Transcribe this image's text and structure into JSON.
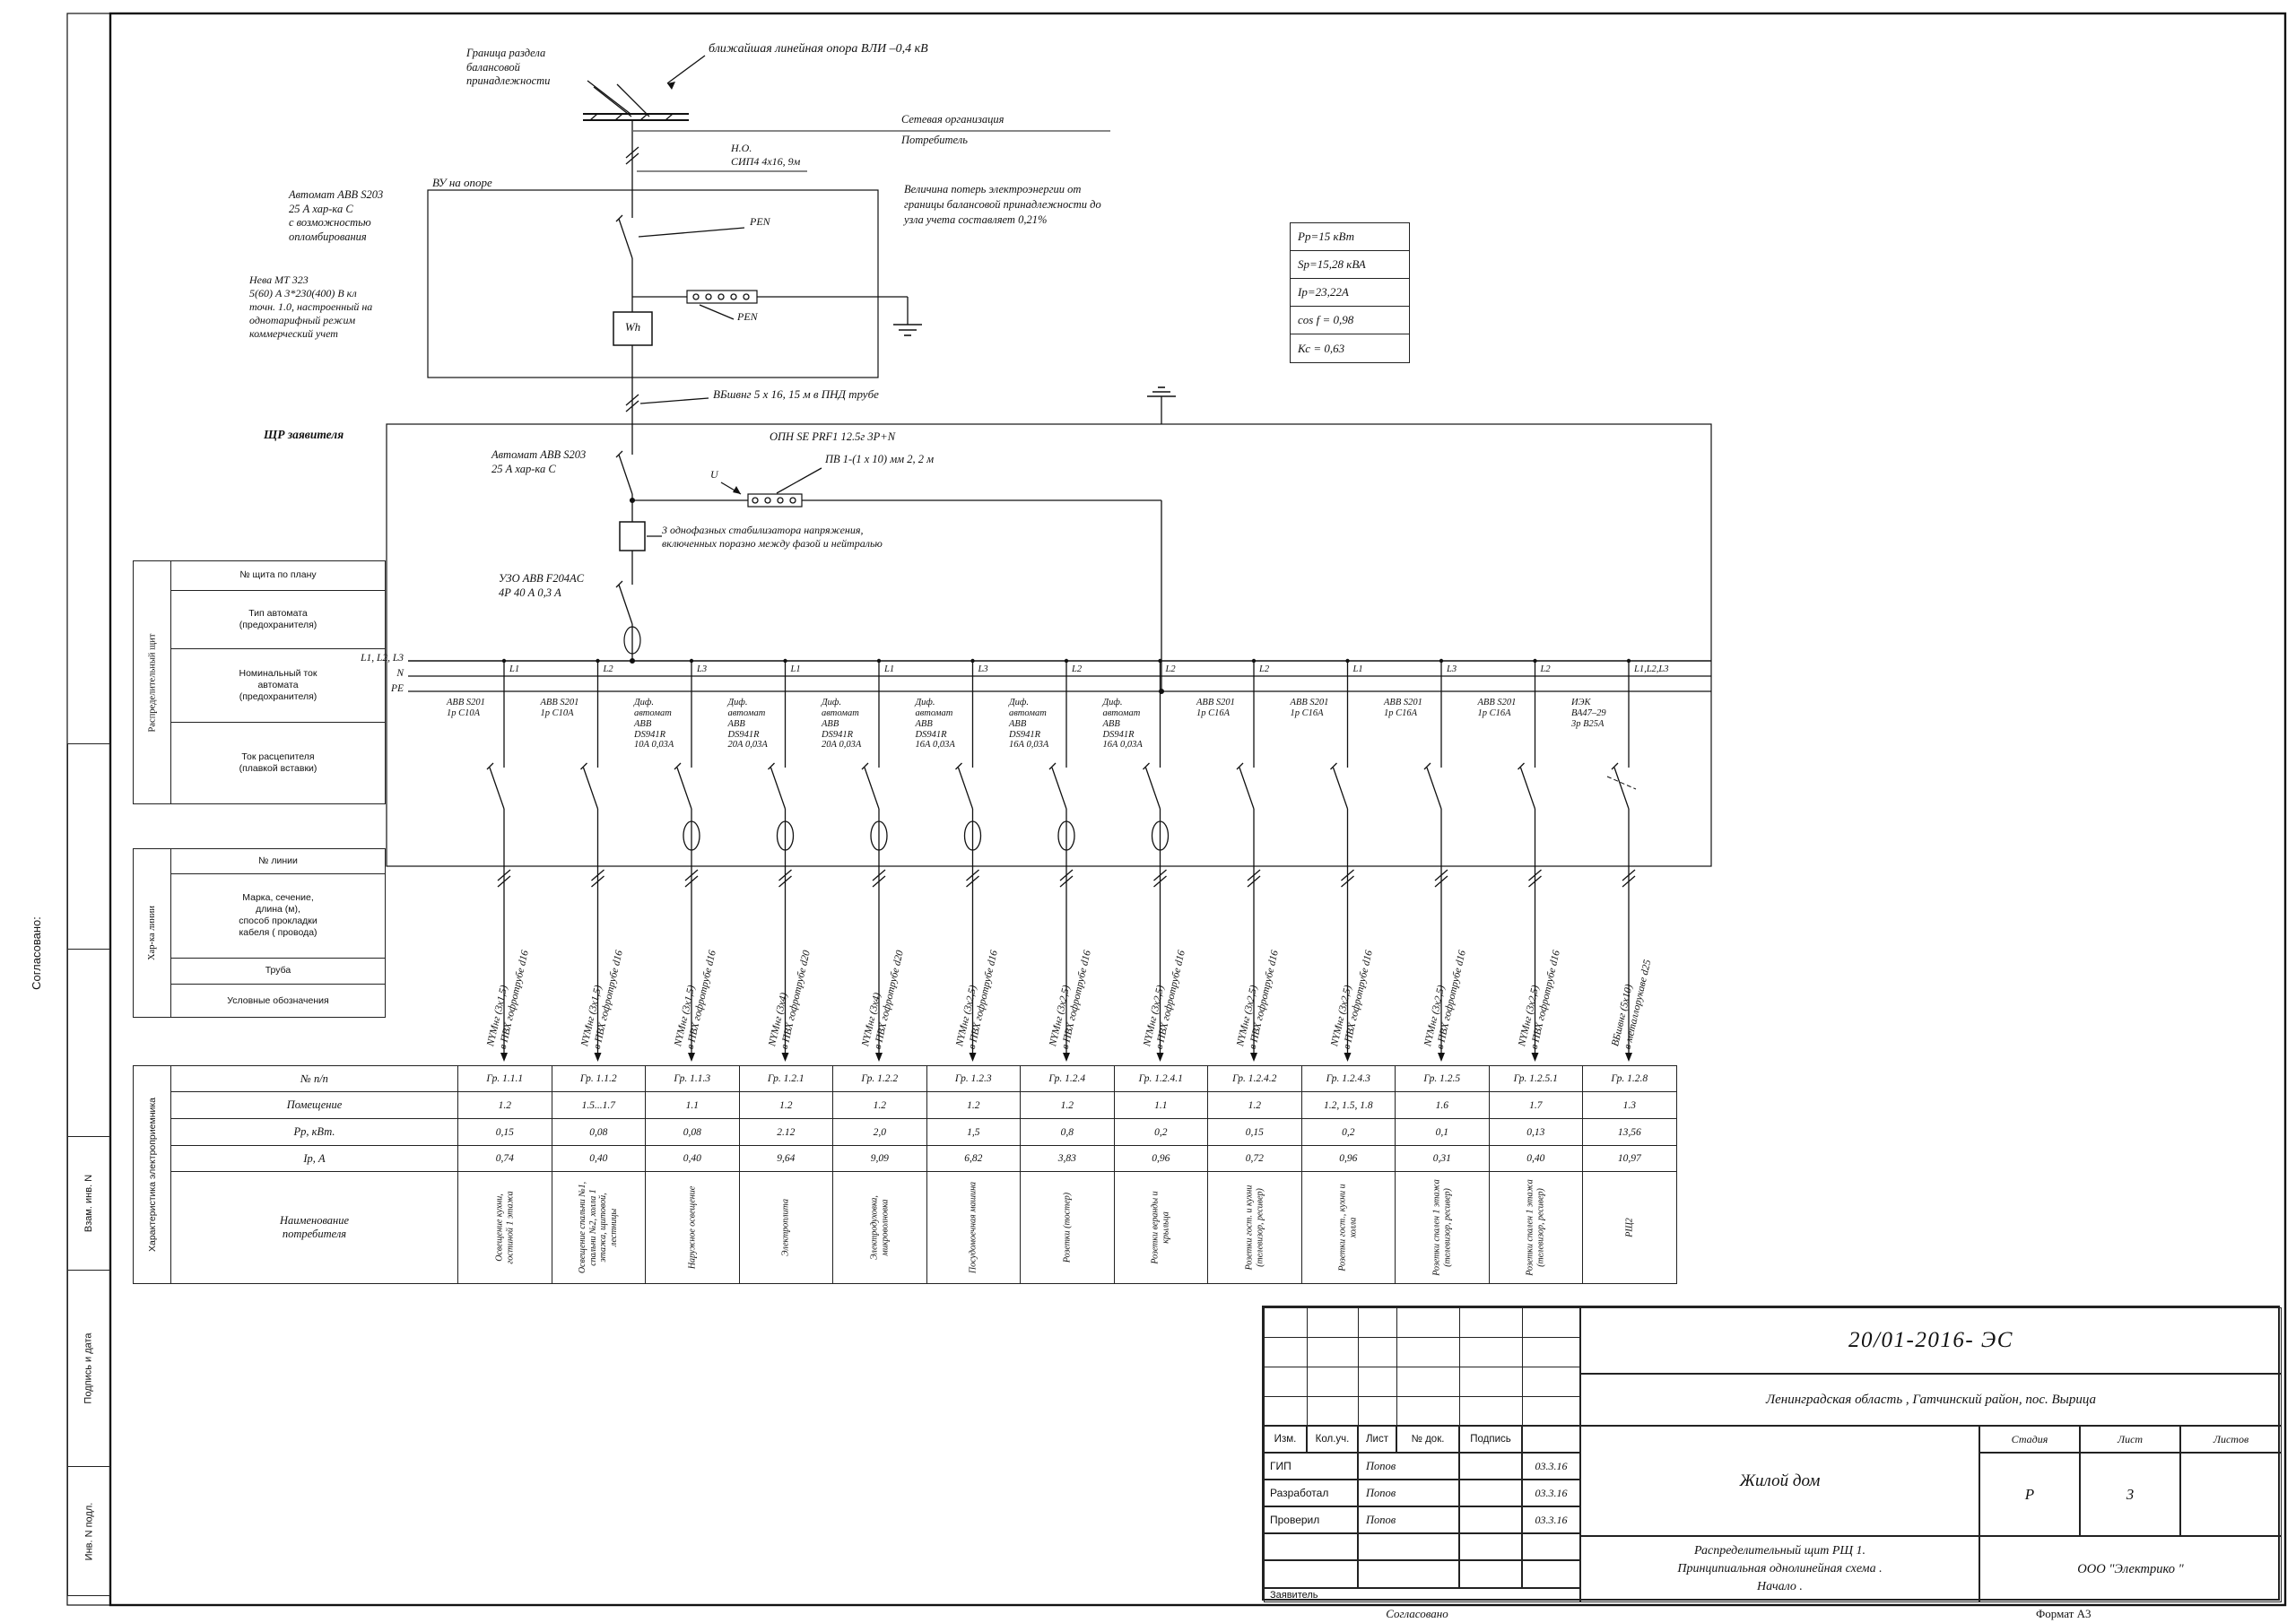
{
  "sheet": {
    "format": "Формат А3",
    "agreed_bottom": "Согласовано",
    "margin": {
      "agreed": "Согласовано:",
      "boxes": [
        "",
        "",
        "Взам. инв. N",
        "Подпись и дата",
        "Инв. N подл."
      ]
    }
  },
  "schematic": {
    "pole_label": "ближайшая линейная опора ВЛИ –0,4  кВ",
    "boundary_label": "Граница раздела\nбалансовой\nпринадлежности",
    "network_org": "Сетевая организация",
    "consumer_side": "Потребитель",
    "overhead": "Н.О.\nСИП4 4х16, 9м",
    "vu_label": "ВУ на опоре",
    "breaker_note_1": "Автомат  ABB S203\n25 А хар-ка С\nс возможностью\nопломбирования",
    "meter_note": "Нева МТ  323\n5(60) А  3*230(400) В кл\nточн. 1.0,  настроенный на\nоднотарифный режим\nкоммерческий учет",
    "pen_1": "PEN",
    "pen_2": "PEN",
    "wh": "Wh",
    "losses_note": "Величина потерь электроэнергии от\nграницы балансовой принадлежности до\nузла учета составляет  0,21%",
    "params": [
      "Рр=15  кВт",
      "Sр=15,28  кВА",
      "Iр=23,22А",
      "cos f =  0,98",
      "Кс =  0,63"
    ],
    "cable_note": "ВБшвнг  5 х 16, 15 м в ПНД трубе",
    "shr_label": "ЩР  заявителя",
    "breaker_note_2": "Автомат  ABB S203\n25 А хар-ка  С",
    "u_label": "U",
    "opn_note": "ОПН  SE PRF1 12.5г 3P+N",
    "pv_note": "ПВ 1-(1 х 10) мм 2, 2  м",
    "stab_note": "3  однофазных стабилизатора напряжения,\nвключенных поразно между фазой и нейтралью",
    "uzo_note": "УЗО  ABB F204AC\n4Р 40 А  0,3 А",
    "bus_l": "L1, L2, L3",
    "bus_n": "N",
    "bus_pe": "PE"
  },
  "left_table": {
    "group1_label": "Распределительный щит",
    "rows1": [
      "№ щита по плану",
      "Тип автомата\n(предохранителя)",
      "Номинальный ток\nавтомата\n(предохранителя)",
      "Ток расцепителя\n(плавкой вставки)"
    ],
    "group2_label": "Хар-ка линии",
    "rows2": [
      "№ линии",
      "Марка, сечение,\nдлина (м),\nспособ прокладки\nкабеля ( провода)",
      "Труба",
      "Условные обозначения"
    ],
    "group3_label": "Характеристика электроприемника"
  },
  "table": {
    "row_headers": [
      "№  п/п",
      "Помещение",
      "Рр,  кВт.",
      "Iр,  А",
      "Наименование\nпотребителя"
    ]
  },
  "circuits": [
    {
      "phase": "L1",
      "device": "ABB S201\n1р С10А",
      "symbol": "breaker",
      "cable": "NYMнг (3х1,5)\nв ПВХ гофротрубе d16",
      "group": "Гр. 1.1.1",
      "room": "1.2",
      "p_kw": "0,15",
      "i_a": "0,74",
      "consumer": "Освещение кухни, гостиной 1 этажа"
    },
    {
      "phase": "L2",
      "device": "ABB S201\n1р С10А",
      "symbol": "breaker",
      "cable": "NYMнг (3х1,5)\nв ПВХ гофротрубе d16",
      "group": "Гр. 1.1.2",
      "room": "1.5...1.7",
      "p_kw": "0,08",
      "i_a": "0,40",
      "consumer": "Освещение спальни №1, спальни №2, холла 1 этажа, щитовой, лестницы"
    },
    {
      "phase": "L3",
      "device": "Диф.\nавтомат\nABB\nDS941R\n10А 0,03А",
      "symbol": "rcbo",
      "cable": "NYMнг (3х1,5)\nв ПВХ гофротрубе d16",
      "group": "Гр. 1.1.3",
      "room": "1.1",
      "p_kw": "0,08",
      "i_a": "0,40",
      "consumer": "Наружное освещение"
    },
    {
      "phase": "L1",
      "device": "Диф.\nавтомат\nABB\nDS941R\n20А 0,03А",
      "symbol": "rcbo",
      "cable": "NYMнг (3х4)\nв ПВХ гофротрубе d20",
      "group": "Гр. 1.2.1",
      "room": "1.2",
      "p_kw": "2.12",
      "i_a": "9,64",
      "consumer": "Электроплита"
    },
    {
      "phase": "L1",
      "device": "Диф.\nавтомат\nABB\nDS941R\n20А 0,03А",
      "symbol": "rcbo",
      "cable": "NYMнг (3х4)\nв ПВХ гофротрубе d20",
      "group": "Гр. 1.2.2",
      "room": "1.2",
      "p_kw": "2,0",
      "i_a": "9,09",
      "consumer": "Электродуховка, микроволновка"
    },
    {
      "phase": "L3",
      "device": "Диф.\nавтомат\nABB\nDS941R\n16А 0,03А",
      "symbol": "rcbo",
      "cable": "NYMнг (3х2,5)\nв ПВХ гофротрубе d16",
      "group": "Гр. 1.2.3",
      "room": "1.2",
      "p_kw": "1,5",
      "i_a": "6,82",
      "consumer": "Посудомоечная машина"
    },
    {
      "phase": "L2",
      "device": "Диф.\nавтомат\nABB\nDS941R\n16А 0,03А",
      "symbol": "rcbo",
      "cable": "NYMнг (3х2,5)\nв ПВХ гофротрубе d16",
      "group": "Гр. 1.2.4",
      "room": "1.2",
      "p_kw": "0,8",
      "i_a": "3,83",
      "consumer": "Розетки (тостер)"
    },
    {
      "phase": "L2",
      "device": "Диф.\nавтомат\nABB\nDS941R\n16А 0,03А",
      "symbol": "rcbo",
      "cable": "NYMнг (3х2,5)\nв ПВХ гофротрубе d16",
      "group": "Гр. 1.2.4.1",
      "room": "1.1",
      "p_kw": "0,2",
      "i_a": "0,96",
      "consumer": "Розетки веранды и крыльца"
    },
    {
      "phase": "L2",
      "device": "ABB S201\n1р С16А",
      "symbol": "breaker",
      "cable": "NYMнг (3х2,5)\nв ПВХ гофротрубе d16",
      "group": "Гр. 1.2.4.2",
      "room": "1.2",
      "p_kw": "0,15",
      "i_a": "0,72",
      "consumer": "Розетки гост. и кухни (телевизор, ресивер)"
    },
    {
      "phase": "L1",
      "device": "ABB S201\n1р С16А",
      "symbol": "breaker",
      "cable": "NYMнг (3х2,5)\nв ПВХ гофротрубе d16",
      "group": "Гр. 1.2.4.3",
      "room": "1.2, 1.5, 1.8",
      "p_kw": "0,2",
      "i_a": "0,96",
      "consumer": "Розетки гост., кухни и холла"
    },
    {
      "phase": "L3",
      "device": "ABB S201\n1р С16А",
      "symbol": "breaker",
      "cable": "NYMнг (3х2,5)\nв ПВХ гофротрубе d16",
      "group": "Гр. 1.2.5",
      "room": "1.6",
      "p_kw": "0,1",
      "i_a": "0,31",
      "consumer": "Розетки спален 1 этажа (телевизор, ресивер)"
    },
    {
      "phase": "L2",
      "device": "ABB S201\n1р С16А",
      "symbol": "breaker",
      "cable": "NYMнг (3х2,5)\nв ПВХ гофротрубе d16",
      "group": "Гр. 1.2.5.1",
      "room": "1.7",
      "p_kw": "0,13",
      "i_a": "0,40",
      "consumer": "Розетки спален 1 этажа (телевизор, ресивер)"
    },
    {
      "phase": "L1,L2,L3",
      "device": "ИЭК\nВА47–29\n3р  В25А",
      "symbol": "breaker3",
      "cable": "ВБшвнг (5х10)\nв металлорукаве d25",
      "group": "Гр. 1.2.8",
      "room": "1.3",
      "p_kw": "13,56",
      "i_a": "10,97",
      "consumer": "РЩ2"
    }
  ],
  "title_block": {
    "doc_number": "20/01-2016- ЭС",
    "location": "Ленинградская область , Гатчинский район, пос. Вырица",
    "sig_headers": [
      "Изм.",
      "Кол.уч.",
      "Лист",
      "№ док.",
      "Подпись"
    ],
    "sig_rows": [
      {
        "role": "ГИП",
        "name": "Попов",
        "date": "03.3.16"
      },
      {
        "role": "Разработал",
        "name": "Попов",
        "date": "03.3.16"
      },
      {
        "role": "Проверил",
        "name": "Попов",
        "date": "03.3.16"
      }
    ],
    "applicant": "Заявитель",
    "project": "Жилой дом",
    "stage_headers": [
      "Стадия",
      "Лист",
      "Листов"
    ],
    "stage": "Р",
    "sheet_no": "3",
    "sheet_title": "Распределительный щит РЩ 1.\nПринципиальная однолинейная схема .\nНачало .",
    "company": "ООО  \"Электрико \""
  }
}
